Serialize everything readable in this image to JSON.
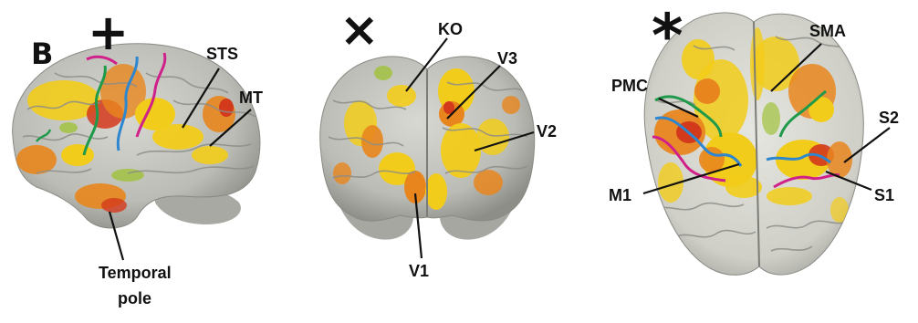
{
  "panel_letter": "B",
  "markers": {
    "left": "+",
    "middle": "×",
    "right": "*"
  },
  "labels": {
    "sts": "STS",
    "mt": "MT",
    "temporal_pole": [
      "Temporal",
      "pole"
    ],
    "ko": "KO",
    "v3": "V3",
    "v2": "V2",
    "v1": "V1",
    "sma": "SMA",
    "pmc": "PMC",
    "s2": "S2",
    "m1": "M1",
    "s1": "S1"
  },
  "colors": {
    "cortex": "#c3c3bd",
    "cortex_dark": "#9a9a94",
    "activation_yellow": "#f2cc1a",
    "activation_orange": "#e8861d",
    "activation_red": "#d33a1c",
    "activation_green": "#9fc23a",
    "border_green": "#1f9a4a",
    "border_blue": "#2d86d0",
    "border_magenta": "#d0208a"
  }
}
